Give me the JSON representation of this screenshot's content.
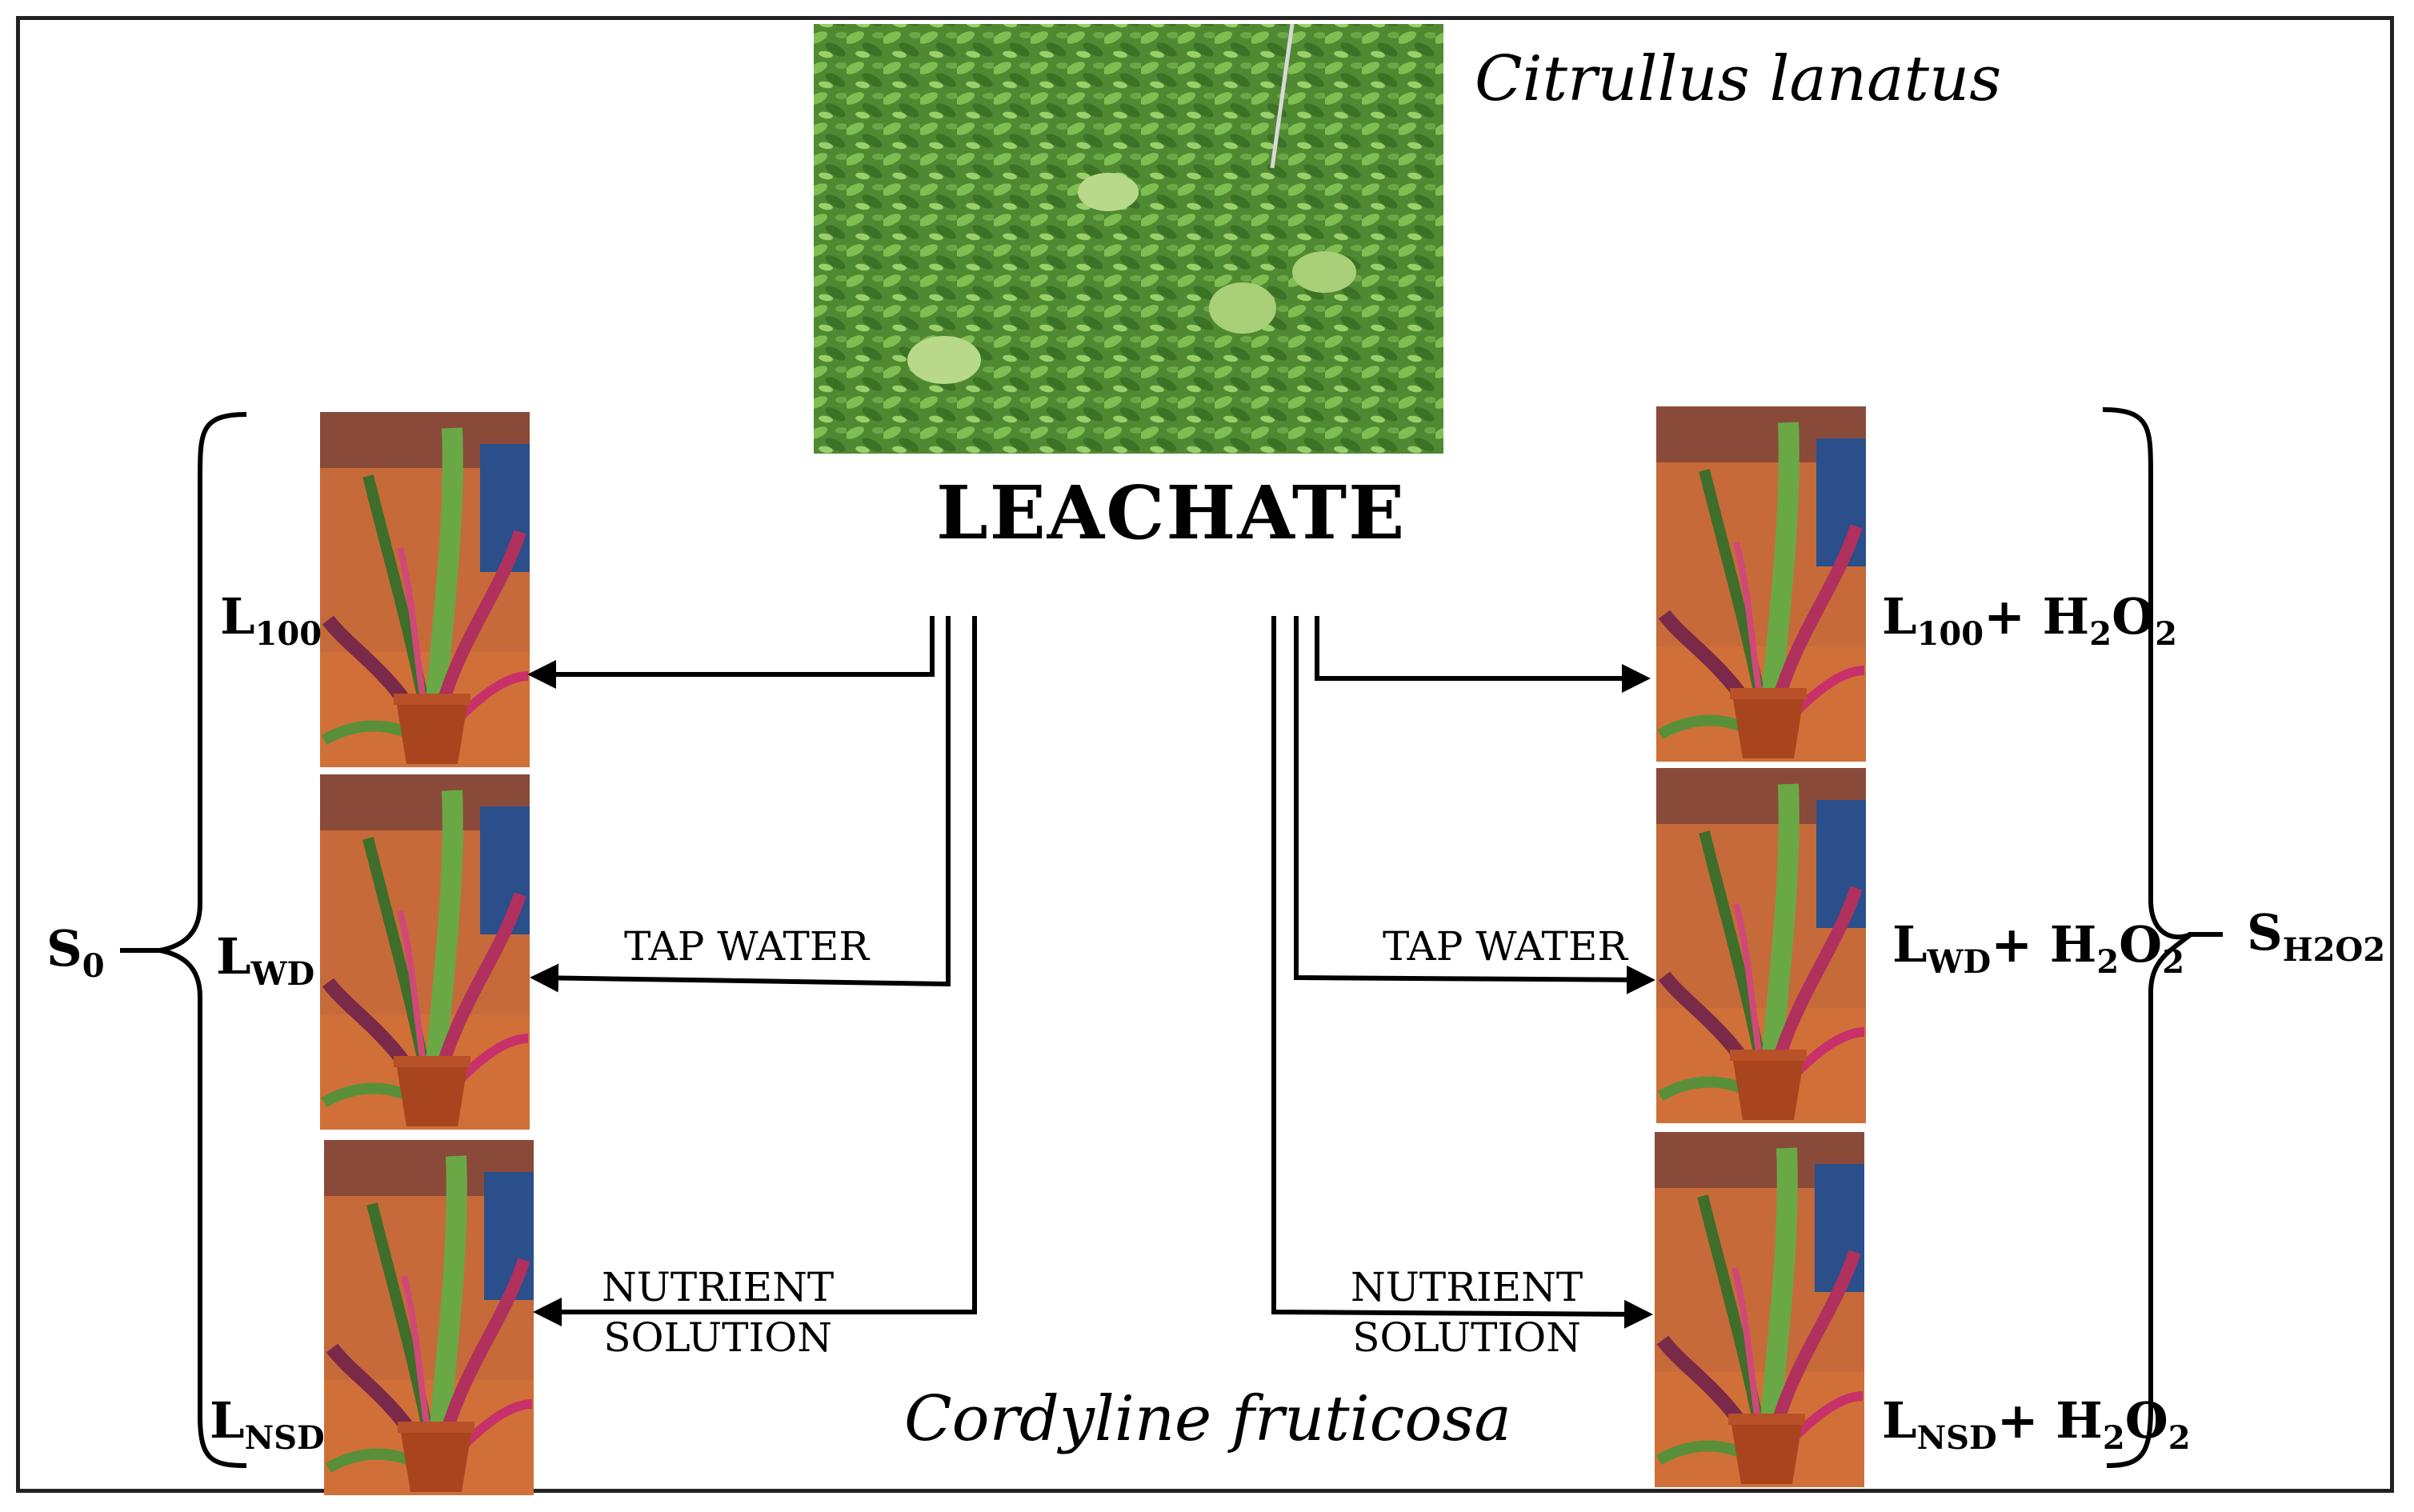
{
  "top_species": "Citrullus lanatus",
  "bottom_species": "Cordyline fruticosa",
  "center_title": "LEACHATE",
  "arrow_labels": {
    "tap_water": "TAP WATER",
    "nutrient_line1": "NUTRIENT",
    "nutrient_line2": "SOLUTION"
  },
  "left_group": {
    "name": "S",
    "name_sub": "0",
    "treatments": [
      {
        "main": "L",
        "sub": "100",
        "suffix": ""
      },
      {
        "main": "L",
        "sub": "WD",
        "suffix": ""
      },
      {
        "main": "L",
        "sub": "NSD",
        "suffix": ""
      }
    ]
  },
  "right_group": {
    "name": "S",
    "name_sub": "H2O2",
    "treatments": [
      {
        "main": "L",
        "sub": "100",
        "suffix": "+ H"
      },
      {
        "main": "L",
        "sub": "WD",
        "suffix": "+ H"
      },
      {
        "main": "L",
        "sub": "NSD",
        "suffix": "+ H"
      }
    ],
    "h2o2": {
      "h_sub": "2",
      "o": "O",
      "o_sub": "2"
    }
  },
  "colors": {
    "border": "#222222",
    "line": "#000000",
    "leaf_green": "#5a8f3a",
    "plant_pink": "#c8306a",
    "pot_orange": "#c8622a"
  }
}
